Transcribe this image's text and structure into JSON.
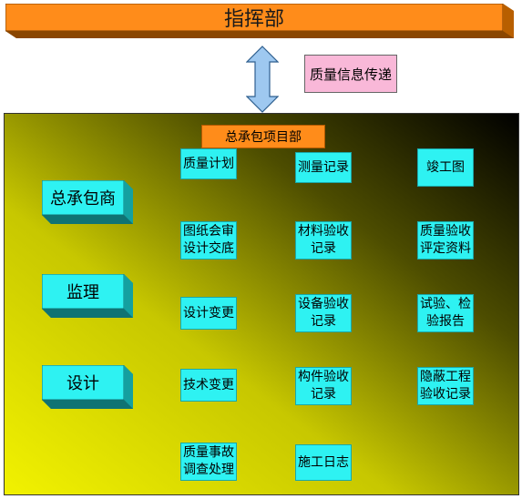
{
  "header": {
    "title": "指挥部"
  },
  "flow": {
    "label": "质量信息传递"
  },
  "project": {
    "title": "总承包项目部"
  },
  "parties": [
    {
      "label": "总承包商"
    },
    {
      "label": "监理"
    },
    {
      "label": "设计"
    }
  ],
  "records": [
    {
      "line1": "质量计划",
      "line2": ""
    },
    {
      "line1": "测量记录",
      "line2": ""
    },
    {
      "line1": "竣工图",
      "line2": ""
    },
    {
      "line1": "图纸会审",
      "line2": "设计交底"
    },
    {
      "line1": "材料验收",
      "line2": "记录"
    },
    {
      "line1": "质量验收",
      "line2": "评定资料"
    },
    {
      "line1": "设计变更",
      "line2": ""
    },
    {
      "line1": "设备验收",
      "line2": "记录"
    },
    {
      "line1": "试验、检",
      "line2": "验报告"
    },
    {
      "line1": "技术变更",
      "line2": ""
    },
    {
      "line1": "构件验收",
      "line2": "记录"
    },
    {
      "line1": "隐蔽工程",
      "line2": "验收记录"
    },
    {
      "line1": "质量事故",
      "line2": "调查处理"
    },
    {
      "line1": "施工日志",
      "line2": ""
    }
  ],
  "colors": {
    "hq_bar": "#ff8c1a",
    "info_box": "#f9b8d8",
    "arrow": "#9ec8f0",
    "panel_yellow": "#f2f200",
    "panel_dark": "#000000",
    "box_cyan": "#2ef2f2"
  }
}
